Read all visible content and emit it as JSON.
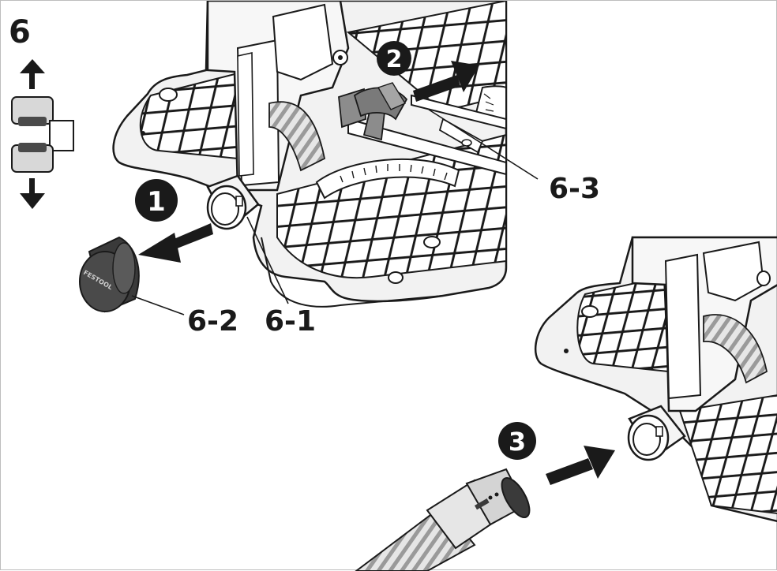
{
  "figure_number": "6",
  "steps": [
    {
      "id": "1",
      "label": "1"
    },
    {
      "id": "2",
      "label": "2"
    },
    {
      "id": "3",
      "label": "3"
    }
  ],
  "callouts": {
    "c61": "6-1",
    "c62": "6-2",
    "c63": "6-3"
  },
  "cap_brand": "FESTOOL",
  "colors": {
    "ink": "#1a1a1a",
    "plastic": "#efefef",
    "part_grey": "#8c8c8c",
    "cap": "#3a3a3a",
    "background": "#ffffff"
  },
  "icons": [
    "arrow-up-icon",
    "arrow-down-icon",
    "arrow-right-icon",
    "arrow-left-icon"
  ]
}
